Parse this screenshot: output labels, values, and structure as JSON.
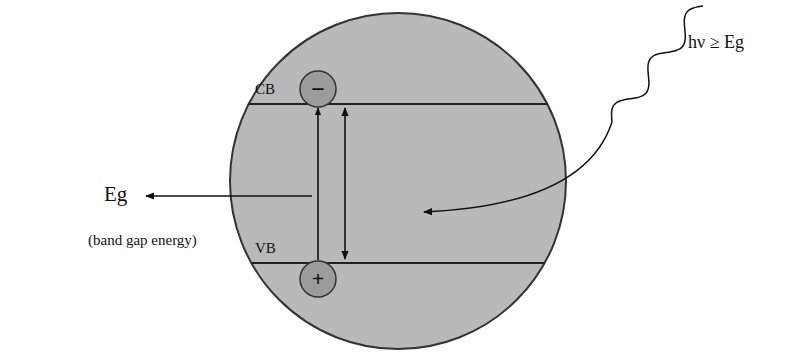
{
  "diagram": {
    "nodes": [
      {
        "text": [
          "CB",
          "VB"
        ]
      },
      {
        "text": [
          "−"
        ],
        "in": 0
      },
      {
        "text": [
          "+"
        ],
        "in": 0
      }
    ],
    "edges": [
      {
        "from": 2,
        "to": 1,
        "arrow": "to"
      }
    ],
    "labels": [
      "hν ≥ Eg",
      "Eg",
      "(band gap energy)"
    ]
  }
}
